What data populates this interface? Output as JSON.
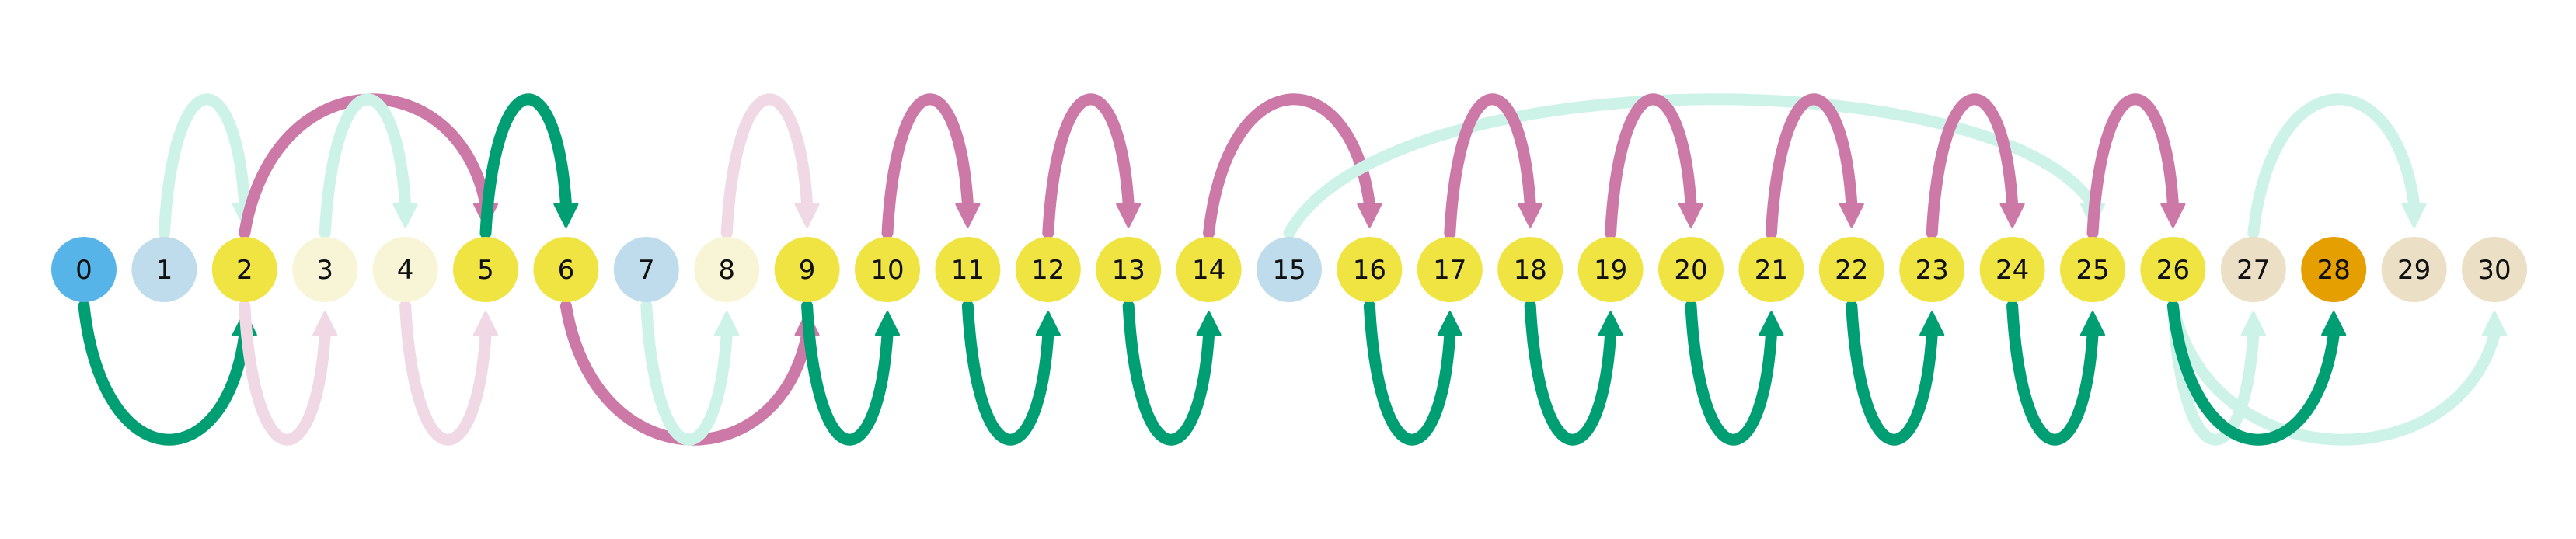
{
  "colors": {
    "background": "#ffffff",
    "node_start": "#56b4e9",
    "node_light_blue": "#bfdcec",
    "node_yellow": "#f0e442",
    "node_cream": "#f8f5d6",
    "node_beige": "#ebdfc6",
    "node_orange": "#e69f00",
    "arc_green": "#009e73",
    "arc_pink": "#cc79a7",
    "arc_light_green": "#cdf3e8",
    "arc_light_pink": "#f0d8e4"
  },
  "nodes": [
    {
      "id": 0,
      "label": "0",
      "fill": "node_start"
    },
    {
      "id": 1,
      "label": "1",
      "fill": "node_light_blue"
    },
    {
      "id": 2,
      "label": "2",
      "fill": "node_yellow"
    },
    {
      "id": 3,
      "label": "3",
      "fill": "node_cream"
    },
    {
      "id": 4,
      "label": "4",
      "fill": "node_cream"
    },
    {
      "id": 5,
      "label": "5",
      "fill": "node_yellow"
    },
    {
      "id": 6,
      "label": "6",
      "fill": "node_yellow"
    },
    {
      "id": 7,
      "label": "7",
      "fill": "node_light_blue"
    },
    {
      "id": 8,
      "label": "8",
      "fill": "node_cream"
    },
    {
      "id": 9,
      "label": "9",
      "fill": "node_yellow"
    },
    {
      "id": 10,
      "label": "10",
      "fill": "node_yellow"
    },
    {
      "id": 11,
      "label": "11",
      "fill": "node_yellow"
    },
    {
      "id": 12,
      "label": "12",
      "fill": "node_yellow"
    },
    {
      "id": 13,
      "label": "13",
      "fill": "node_yellow"
    },
    {
      "id": 14,
      "label": "14",
      "fill": "node_yellow"
    },
    {
      "id": 15,
      "label": "15",
      "fill": "node_light_blue"
    },
    {
      "id": 16,
      "label": "16",
      "fill": "node_yellow"
    },
    {
      "id": 17,
      "label": "17",
      "fill": "node_yellow"
    },
    {
      "id": 18,
      "label": "18",
      "fill": "node_yellow"
    },
    {
      "id": 19,
      "label": "19",
      "fill": "node_yellow"
    },
    {
      "id": 20,
      "label": "20",
      "fill": "node_yellow"
    },
    {
      "id": 21,
      "label": "21",
      "fill": "node_yellow"
    },
    {
      "id": 22,
      "label": "22",
      "fill": "node_yellow"
    },
    {
      "id": 23,
      "label": "23",
      "fill": "node_yellow"
    },
    {
      "id": 24,
      "label": "24",
      "fill": "node_yellow"
    },
    {
      "id": 25,
      "label": "25",
      "fill": "node_yellow"
    },
    {
      "id": 26,
      "label": "26",
      "fill": "node_yellow"
    },
    {
      "id": 27,
      "label": "27",
      "fill": "node_beige"
    },
    {
      "id": 28,
      "label": "28",
      "fill": "node_orange"
    },
    {
      "id": 29,
      "label": "29",
      "fill": "node_beige"
    },
    {
      "id": 30,
      "label": "30",
      "fill": "node_beige"
    }
  ],
  "arcs": [
    {
      "from": 1,
      "to": 2,
      "side": "above",
      "color": "arc_light_green"
    },
    {
      "from": 2,
      "to": 5,
      "side": "above",
      "color": "arc_pink"
    },
    {
      "from": 3,
      "to": 4,
      "side": "above",
      "color": "arc_light_green"
    },
    {
      "from": 5,
      "to": 6,
      "side": "above",
      "color": "arc_green"
    },
    {
      "from": 8,
      "to": 9,
      "side": "above",
      "color": "arc_light_pink"
    },
    {
      "from": 10,
      "to": 11,
      "side": "above",
      "color": "arc_pink"
    },
    {
      "from": 12,
      "to": 13,
      "side": "above",
      "color": "arc_pink"
    },
    {
      "from": 14,
      "to": 16,
      "side": "above",
      "color": "arc_pink"
    },
    {
      "from": 15,
      "to": 25,
      "side": "above",
      "color": "arc_light_green"
    },
    {
      "from": 17,
      "to": 18,
      "side": "above",
      "color": "arc_pink"
    },
    {
      "from": 19,
      "to": 20,
      "side": "above",
      "color": "arc_pink"
    },
    {
      "from": 21,
      "to": 22,
      "side": "above",
      "color": "arc_pink"
    },
    {
      "from": 23,
      "to": 24,
      "side": "above",
      "color": "arc_pink"
    },
    {
      "from": 25,
      "to": 26,
      "side": "above",
      "color": "arc_pink"
    },
    {
      "from": 27,
      "to": 29,
      "side": "above",
      "color": "arc_light_green"
    },
    {
      "from": 0,
      "to": 2,
      "side": "below",
      "color": "arc_green"
    },
    {
      "from": 2,
      "to": 3,
      "side": "below",
      "color": "arc_light_pink"
    },
    {
      "from": 4,
      "to": 5,
      "side": "below",
      "color": "arc_light_pink"
    },
    {
      "from": 6,
      "to": 9,
      "side": "below",
      "color": "arc_pink"
    },
    {
      "from": 7,
      "to": 8,
      "side": "below",
      "color": "arc_light_green"
    },
    {
      "from": 9,
      "to": 10,
      "side": "below",
      "color": "arc_green"
    },
    {
      "from": 11,
      "to": 12,
      "side": "below",
      "color": "arc_green"
    },
    {
      "from": 13,
      "to": 14,
      "side": "below",
      "color": "arc_green"
    },
    {
      "from": 16,
      "to": 17,
      "side": "below",
      "color": "arc_green"
    },
    {
      "from": 18,
      "to": 19,
      "side": "below",
      "color": "arc_green"
    },
    {
      "from": 20,
      "to": 21,
      "side": "below",
      "color": "arc_green"
    },
    {
      "from": 22,
      "to": 23,
      "side": "below",
      "color": "arc_green"
    },
    {
      "from": 24,
      "to": 25,
      "side": "below",
      "color": "arc_green"
    },
    {
      "from": 26,
      "to": 27,
      "side": "below",
      "color": "arc_light_green"
    },
    {
      "from": 26,
      "to": 30,
      "side": "below",
      "color": "arc_light_green"
    },
    {
      "from": 26,
      "to": 28,
      "side": "below",
      "color": "arc_green"
    }
  ]
}
